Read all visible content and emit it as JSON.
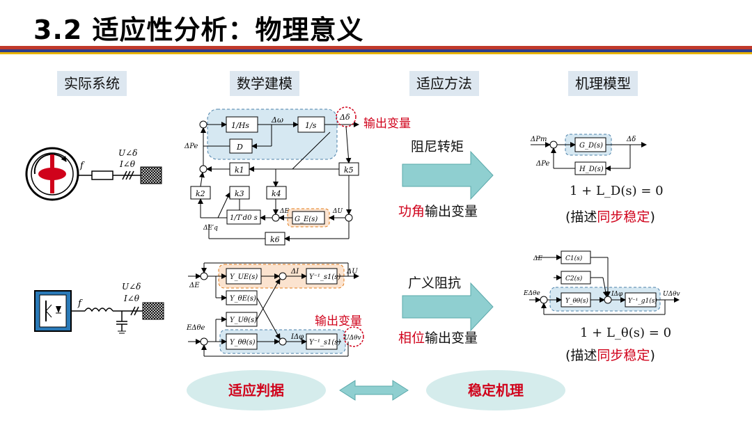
{
  "title": "3.2 适应性分析：物理意义",
  "columns": {
    "actual_system": "实际系统",
    "math_model": "数学建模",
    "method": "适应方法",
    "mechanism_model": "机理模型"
  },
  "row1": {
    "method_top": "阻尼转矩",
    "method_bottom_red": "功角",
    "method_bottom_rest": "输出变量",
    "output_label": "输出变量",
    "equation": "1 + L_D(s) = 0",
    "desc_pre": "(描述",
    "desc_red": "同步稳定",
    "desc_post": ")"
  },
  "row2": {
    "method_top": "广义阻抗",
    "method_bottom_red": "相位",
    "method_bottom_rest": "输出变量",
    "output_label": "输出变量",
    "equation": "1 + L_θ(s) = 0",
    "desc_pre": "(描述",
    "desc_red": "同步稳定",
    "desc_post": ")"
  },
  "bottom": {
    "left": "适应判据",
    "right": "稳定机理"
  },
  "diagram_text": {
    "f": "f",
    "U_delta": "U∠δ",
    "I_theta": "I∠θ",
    "one_over_Hs": "1/Hs",
    "one_over_s": "1/s",
    "D": "D",
    "d_omega": "Δω",
    "d_delta": "Δδ",
    "dPe": "ΔPe",
    "dE": "ΔE",
    "dU": "ΔU",
    "dE_q": "ΔE′q",
    "k1": "k1",
    "k2": "k2",
    "k3": "k3",
    "k4": "k4",
    "k5": "k5",
    "k6": "k6",
    "T_d0": "1/T′d0 s",
    "Gz": "G_E(s)",
    "dPm": "ΔPm",
    "dPe2": "ΔPe",
    "GD": "G_D(s)",
    "HD": "H_D(s)",
    "Y_UE": "Y_UE(s)",
    "Y_II": "Y⁻¹_s1(s)",
    "Y_thE": "Y_θE(s)",
    "Y_Uth": "Y_Uθ(s)",
    "Y_thth": "Y_θθ(s)",
    "Y_s1": "Y⁻¹_s1(s)",
    "E_theta": "EΔθe",
    "I_phi": "IΔφ",
    "U_theta": "UΔθv",
    "dI": "ΔI",
    "dU2": "ΔU",
    "dE2": "ΔE",
    "C1": "C1(s)",
    "C2": "C2(s)",
    "Y_th2": "Y_θθ(s)",
    "Y_s2": "Y⁻¹_g1(s)",
    "dE3": "ΔE",
    "E_theta2": "EΔθe",
    "I_phi2": "IΔφ",
    "U_theta2": "UΔθv"
  },
  "colors": {
    "accent_red": "#d0021b",
    "header_bg": "#dde7f0",
    "arrow_fill": "#8fcfd0",
    "highlight_blue": "#d6e8f2",
    "highlight_orange": "#fbe3cf",
    "ellipse_bg": "#d5ecec"
  }
}
